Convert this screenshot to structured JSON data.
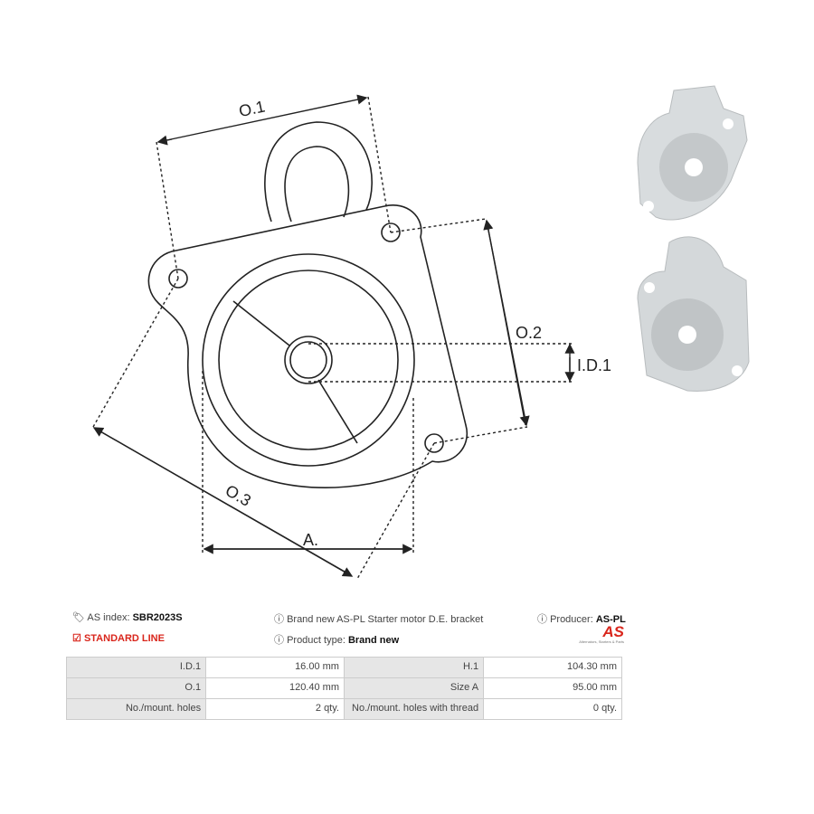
{
  "diagram": {
    "labels": {
      "o1": "O.1",
      "o2": "O.2",
      "o3": "O.3",
      "id1": "I.D.1",
      "a": "A."
    }
  },
  "info": {
    "as_index_label": "AS index:",
    "as_index_value": "SBR2023S",
    "line": "STANDARD LINE",
    "description": "Brand new AS-PL Starter motor D.E. bracket",
    "product_type_label": "Product type:",
    "product_type_value": "Brand new",
    "producer_label": "Producer:",
    "producer_value": "AS-PL",
    "logo_text": "AS",
    "logo_tagline": "Alternators, Starters & Parts"
  },
  "colors": {
    "accent": "#d9261c"
  },
  "table": {
    "rows": [
      [
        "I.D.1",
        "16.00 mm",
        "H.1",
        "104.30 mm"
      ],
      [
        "O.1",
        "120.40  mm",
        "Size A",
        "95.00 mm"
      ],
      [
        "No./mount. holes",
        "2 qty.",
        "No./mount. holes with thread",
        "0 qty."
      ]
    ]
  }
}
